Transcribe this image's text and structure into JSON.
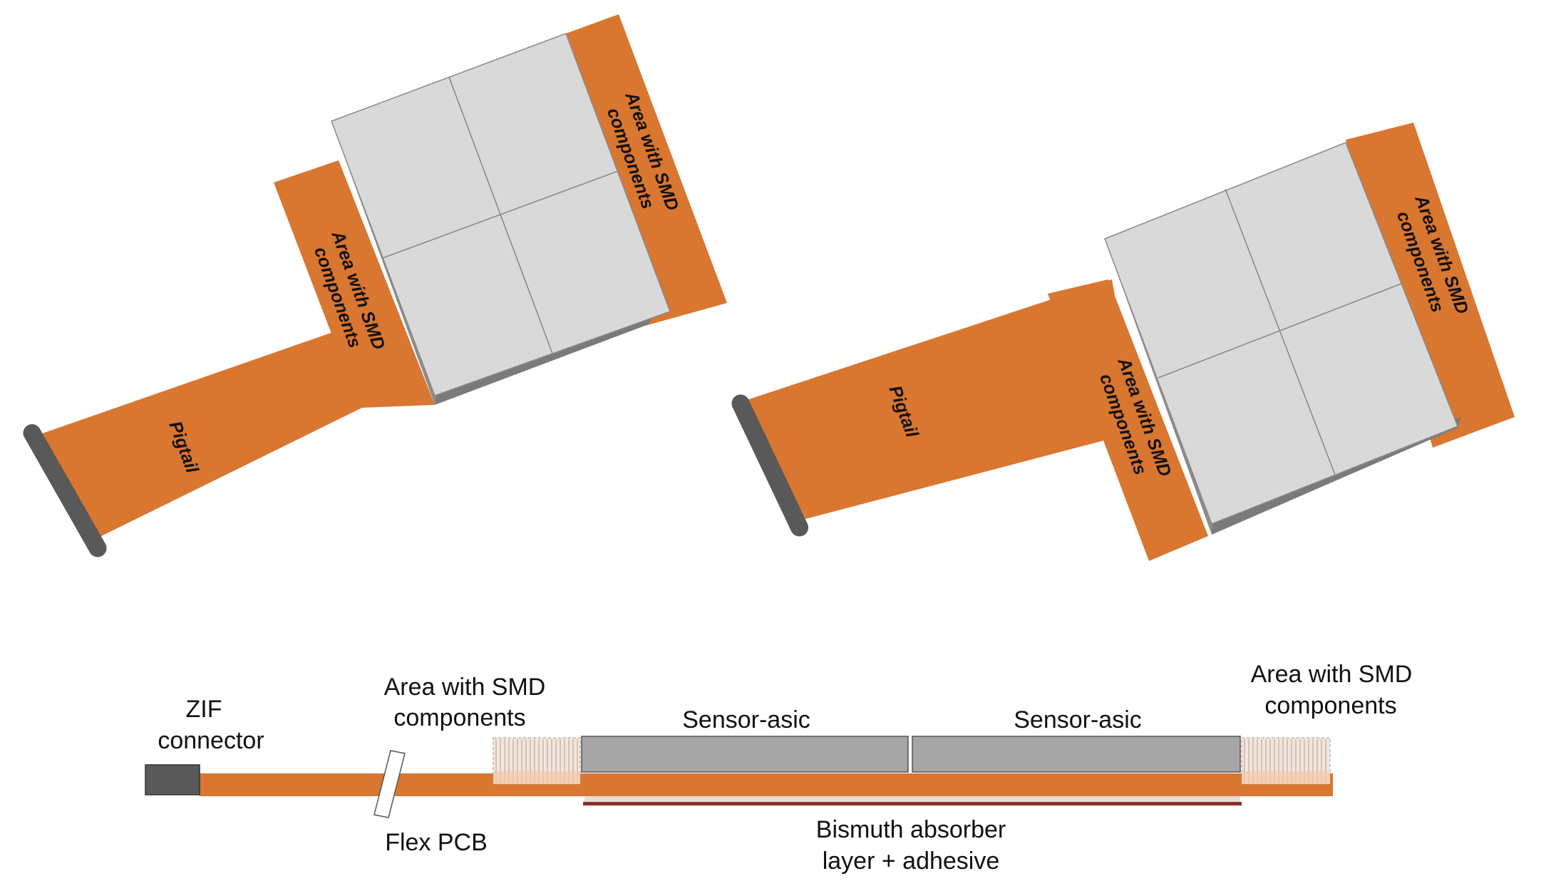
{
  "colors": {
    "flex": "#d97630",
    "sensor_top": "#d9d9d9",
    "sensor_side": "#8c8c8c",
    "sensor_side_dark": "#7a7a7a",
    "connector": "#595959",
    "sensor_asic_fill": "#a6a6a6",
    "bismuth": "#8b2f25",
    "adhesive": "#e8dcd6",
    "text": "#111111"
  },
  "top_left": {
    "pigtail_label": "Pigtail",
    "smd_left_label": [
      "Area with SMD",
      "components"
    ],
    "smd_right_label": [
      "Area with SMD",
      "components"
    ]
  },
  "top_right": {
    "pigtail_label": "Pigtail",
    "smd_bottom_label": [
      "Area with SMD",
      "components"
    ],
    "smd_right_label": [
      "Area with SMD",
      "components"
    ]
  },
  "side_view": {
    "zif_label": [
      "ZIF",
      "connector"
    ],
    "smd_left_label": [
      "Area with SMD",
      "components"
    ],
    "smd_right_label": [
      "Area with SMD",
      "components"
    ],
    "sensor_asic_1": "Sensor-asic",
    "sensor_asic_2": "Sensor-asic",
    "flex_pcb_label": "Flex PCB",
    "bismuth_label": [
      "Bismuth absorber",
      "layer + adhesive"
    ]
  }
}
